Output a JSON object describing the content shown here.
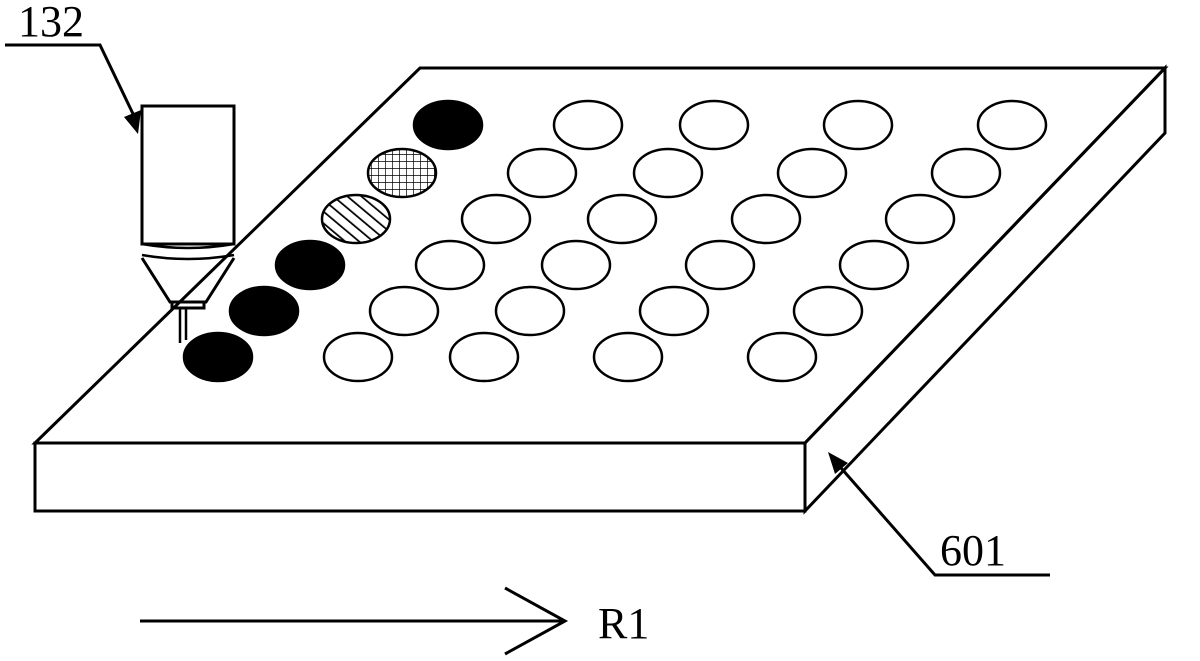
{
  "labels": {
    "dispenser": "132",
    "plate": "601",
    "direction": "R1"
  },
  "colors": {
    "ink": "#000000",
    "background": "#ffffff"
  },
  "wells": {
    "filled_sequence": [
      "black",
      "grid",
      "hatch",
      "black",
      "black",
      "black"
    ],
    "empty_count": 24
  }
}
